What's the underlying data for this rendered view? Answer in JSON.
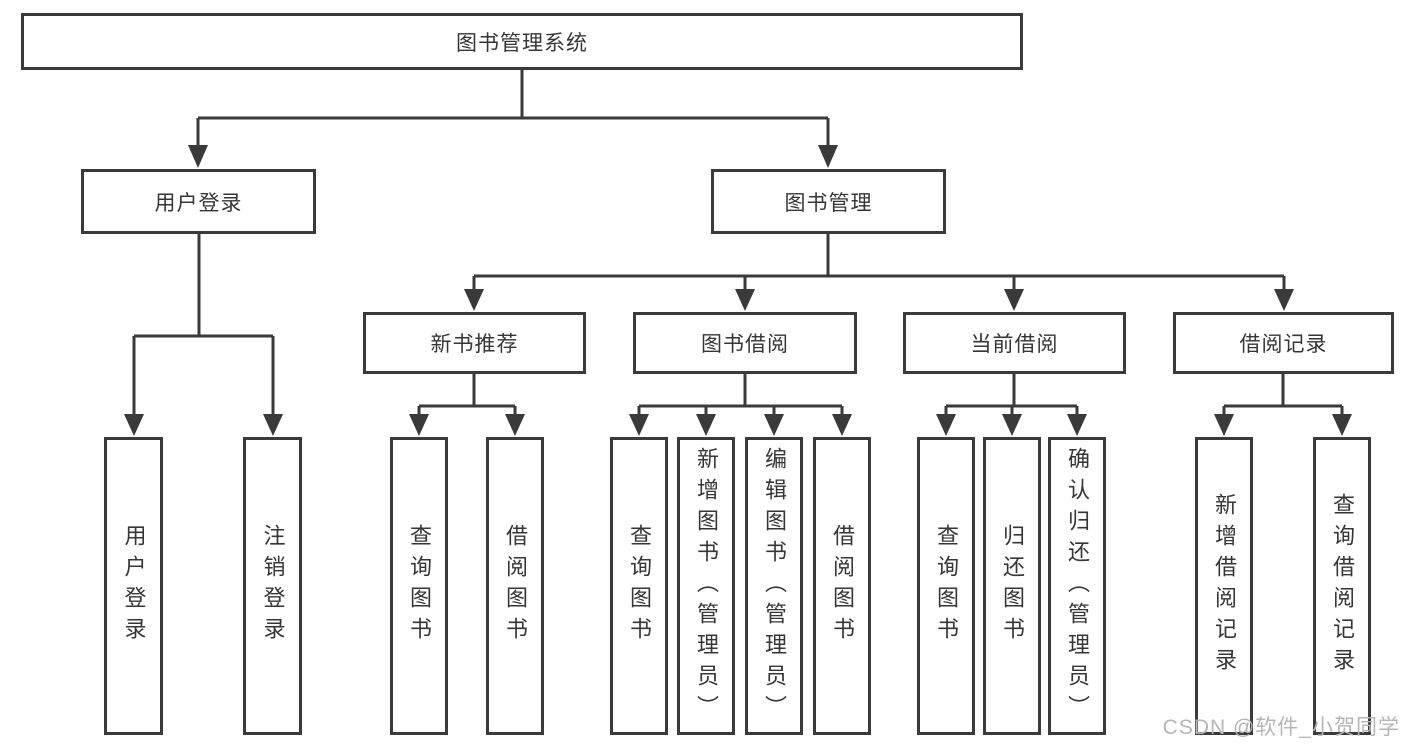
{
  "diagram": {
    "root": {
      "label": "图书管理系统"
    },
    "level2": [
      {
        "label": "用户登录",
        "children": [
          {
            "label": "用户登录"
          },
          {
            "label": "注销登录"
          }
        ]
      },
      {
        "label": "图书管理",
        "children": [
          {
            "label": "新书推荐",
            "children": [
              {
                "label": "查询图书"
              },
              {
                "label": "借阅图书"
              }
            ]
          },
          {
            "label": "图书借阅",
            "children": [
              {
                "label": "查询图书"
              },
              {
                "label": "新增图书（管理员）"
              },
              {
                "label": "编辑图书（管理员）"
              },
              {
                "label": "借阅图书"
              }
            ]
          },
          {
            "label": "当前借阅",
            "children": [
              {
                "label": "查询图书"
              },
              {
                "label": "归还图书"
              },
              {
                "label": "确认归还（管理员）"
              }
            ]
          },
          {
            "label": "借阅记录",
            "children": [
              {
                "label": "新增借阅记录"
              },
              {
                "label": "查询借阅记录"
              }
            ]
          }
        ]
      }
    ]
  },
  "watermark": {
    "text": "CSDN @软件_小贺同学"
  },
  "colors": {
    "line": "#3a3a3a",
    "text": "#363636",
    "watermark": "#b5b5b5",
    "background": "#ffffff"
  }
}
